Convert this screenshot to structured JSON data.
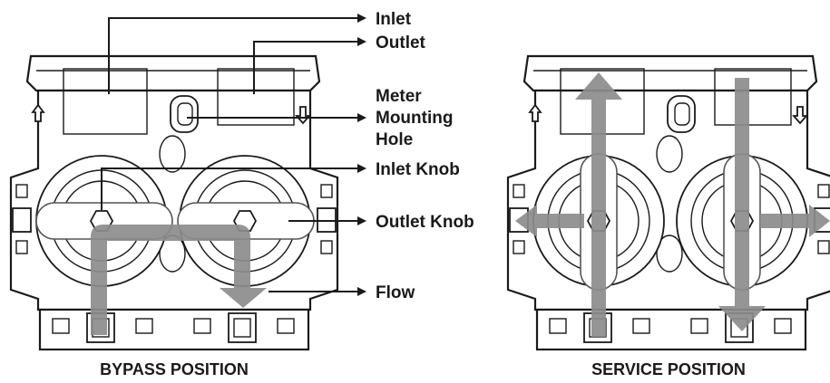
{
  "labels": {
    "inlet": "Inlet",
    "outlet": "Outlet",
    "meter_line1": "Meter",
    "meter_line2": "Mounting",
    "meter_line3": "Hole",
    "inlet_knob": "Inlet Knob",
    "outlet_knob": "Outlet Knob",
    "flow": "Flow"
  },
  "captions": {
    "bypass": "BYPASS POSITION",
    "service": "SERVICE POSITION"
  },
  "colors": {
    "line": "#1a1a1a",
    "flow_arrow": "#8c8c8c",
    "background": "#ffffff"
  }
}
